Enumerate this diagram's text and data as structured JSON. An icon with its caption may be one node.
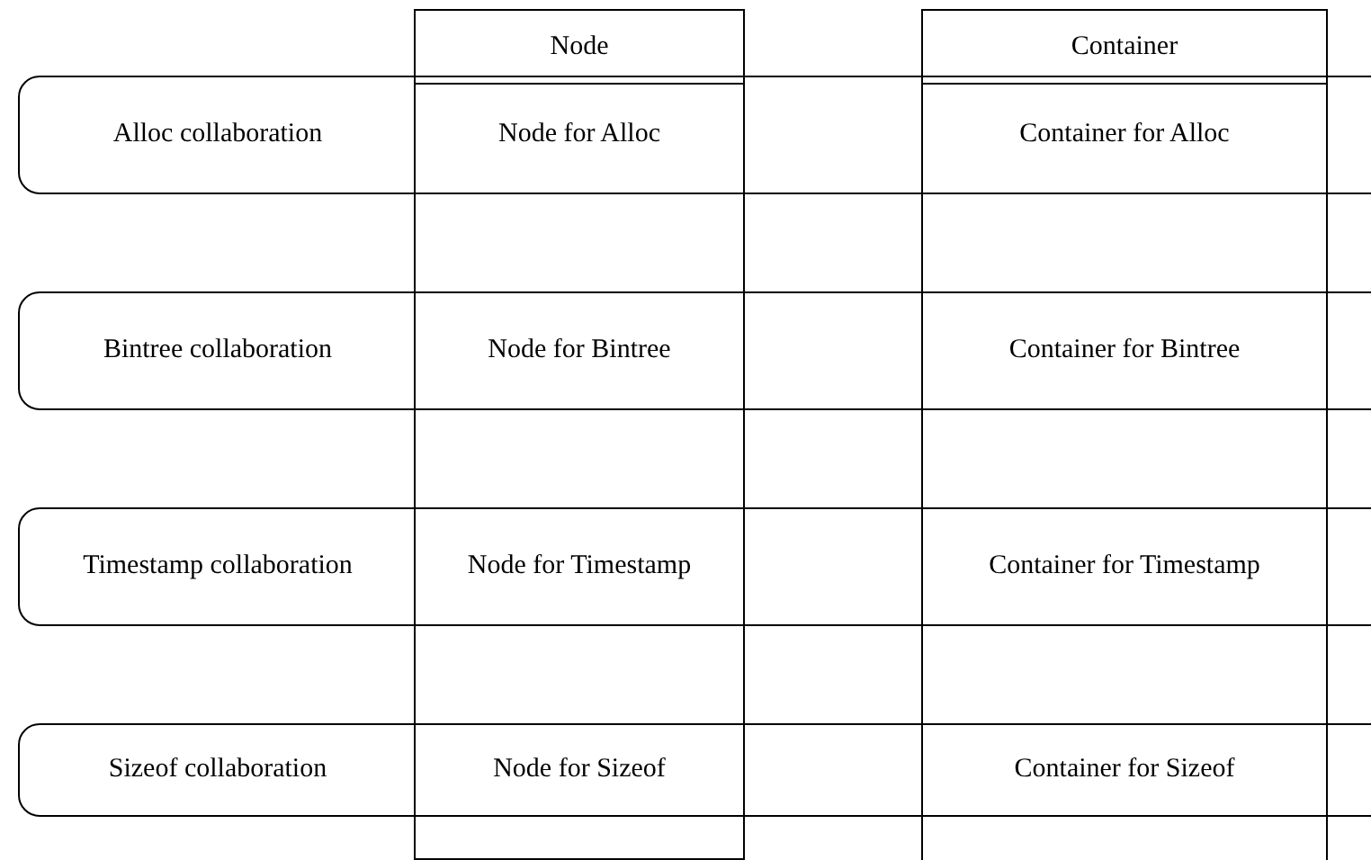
{
  "diagram": {
    "nodes": [
      {
        "text": [
          "Node"
        ]
      },
      {
        "text": [
          "Container"
        ]
      },
      {
        "text": [
          "Alloc collaboration"
        ]
      },
      {
        "text": [
          "Node for Alloc"
        ]
      },
      {
        "text": [
          "Container for Alloc"
        ]
      },
      {
        "text": [
          "Bintree collaboration"
        ]
      },
      {
        "text": [
          "Node for Bintree"
        ]
      },
      {
        "text": [
          "Container for Bintree"
        ]
      },
      {
        "text": [
          "Timestamp collaboration"
        ]
      },
      {
        "text": [
          "Node for Timestamp"
        ]
      },
      {
        "text": [
          "Container for Timestamp"
        ]
      },
      {
        "text": [
          "Sizeof collaboration"
        ]
      },
      {
        "text": [
          "Node for Sizeof"
        ]
      },
      {
        "text": [
          "Container for Sizeof"
        ]
      }
    ],
    "edges": []
  }
}
